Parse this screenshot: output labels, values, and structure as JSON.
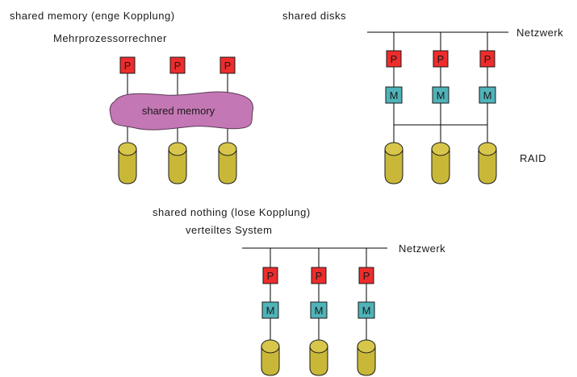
{
  "colors": {
    "processor": "#ee2c2c",
    "memory_module": "#4fb3b8",
    "disk": "#c9b838",
    "shared_memory_blob": "#c477b5"
  },
  "shared_memory": {
    "title_line1": "shared memory (enge Kopplung)",
    "title_line2": "Mehrprozessorrechner",
    "blob_label": "shared memory",
    "processor_label": "P",
    "processor_count": 3,
    "disk_count": 3
  },
  "shared_disks": {
    "title": "shared disks",
    "network_label": "Netzwerk",
    "raid_label": "RAID",
    "processor_label": "P",
    "memory_label": "M",
    "node_count": 3,
    "disk_count": 3
  },
  "shared_nothing": {
    "title_line1": "shared nothing (lose Kopplung)",
    "title_line2": "verteiltes System",
    "network_label": "Netzwerk",
    "processor_label": "P",
    "memory_label": "M",
    "node_count": 3,
    "disk_count": 3
  }
}
